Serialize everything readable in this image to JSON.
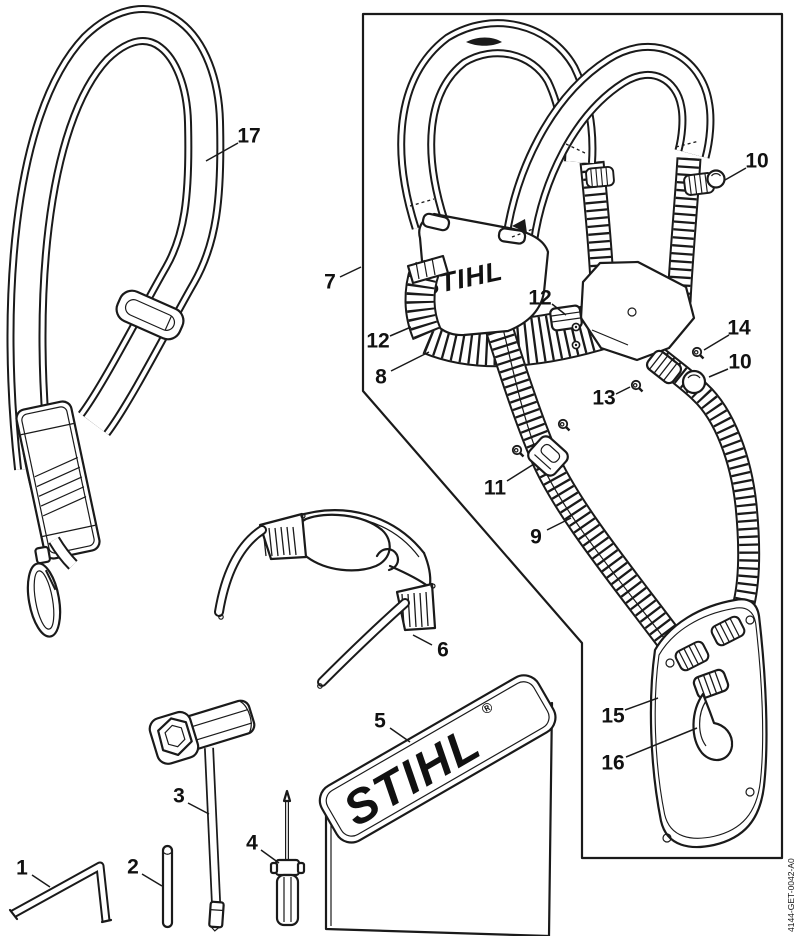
{
  "diagram": {
    "drawing_number": "4144-GET-0042-A0",
    "plate_logo": "STIHL",
    "bag_logo": "STIHL",
    "bag_registered_mark": "®",
    "callouts": {
      "c1": "1",
      "c2": "2",
      "c3": "3",
      "c4": "4",
      "c5": "5",
      "c6": "6",
      "c7": "7",
      "c8": "8",
      "c9": "9",
      "c10_top": "10",
      "c10_mid": "10",
      "c11": "11",
      "c12_left": "12",
      "c12_mid": "12",
      "c13": "13",
      "c14": "14",
      "c15": "15",
      "c16": "16",
      "c17": "17"
    },
    "colors": {
      "line": "#1a1a1a",
      "background": "#ffffff"
    }
  }
}
